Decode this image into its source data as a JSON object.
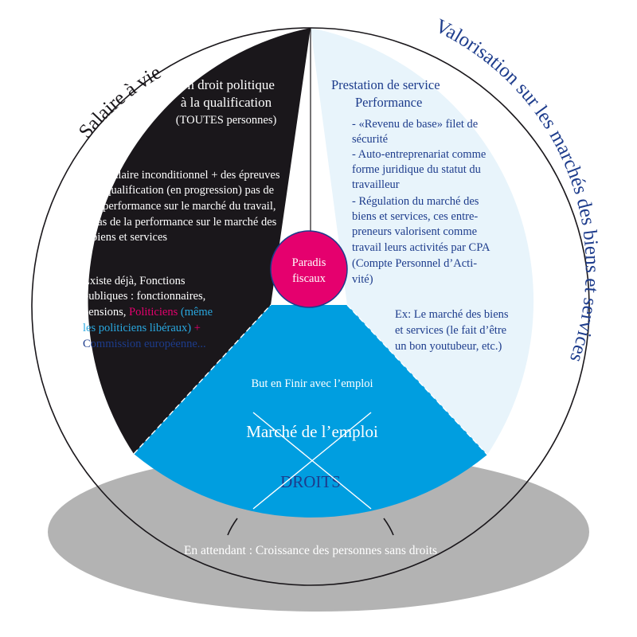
{
  "colors": {
    "black_sector": "#1a171b",
    "light_sector": "#e8f4fb",
    "blue_sector": "#009ee0",
    "ellipse": "#b3b3b3",
    "paradis": "#e5006e",
    "navy_text": "#1d3c8c",
    "pink_text": "#e5006e",
    "cyan_text": "#29a8e0",
    "white": "#ffffff"
  },
  "arc_labels": {
    "left": "Salaire à vie",
    "right": "Valorisation sur les marchés des biens et services"
  },
  "left_sector": {
    "heading_line1": "Un droit politique",
    "heading_line2": "à la qualification",
    "heading_line3": "(TOUTES personnes)",
    "body": [
      "Un salaire inconditionnel + des épreuves",
      "de qualification (en progression) pas de",
      "la performance sur le marché du travail,",
      "pas de la performance sur le marché des",
      "biens et services"
    ],
    "existing_line1": "Existe déjà, Fonctions",
    "existing_line2": "publiques : fonctionnaires,",
    "existing_line3_prefix": "pensions, ",
    "existing_line3_pink": "Politiciens",
    "existing_line3_cyan": " (même",
    "existing_line4_cyan": "les politiciens libéraux)",
    "existing_line4_pink": " +",
    "existing_line5_navy": "Commission européenne..."
  },
  "right_sector": {
    "heading_line1": "Prestation de service",
    "heading_line2": "Performance",
    "bullets": [
      "- «Revenu de base» filet de",
      "sécurité",
      "- Auto-entreprenariat comme",
      "forme juridique du statut du",
      "travailleur",
      "- Régulation du marché des",
      "biens et services, ces entre-",
      "preneurs valorisent comme",
      "travail leurs activités par CPA",
      "(Compte Personnel d’Acti-",
      "vité)"
    ],
    "example": [
      "Ex: Le marché des biens",
      "et services (le fait d’être",
      "un bon youtubeur, etc.)"
    ]
  },
  "center": {
    "paradis_line1": "Paradis",
    "paradis_line2": "fiscaux"
  },
  "bottom_sector": {
    "goal": "But en Finir avec l’emploi",
    "market": "Marché de l’emploi",
    "rights": "DROITS"
  },
  "ellipse_caption": "En attendant : Croissance des personnes sans droits"
}
